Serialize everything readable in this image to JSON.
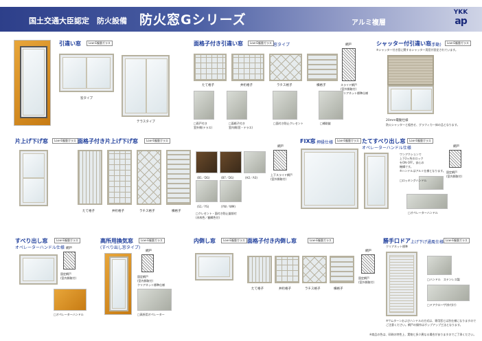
{
  "header": {
    "cert": "国土交通大臣認定　防火設備",
    "title": "防火窓Gシリーズ",
    "material": "アルミ複層",
    "logo_top": "YKK",
    "logo_bottom": "ap"
  },
  "colors": {
    "header_start": "#2d3f8a",
    "frame": "#b6b19f",
    "label_blue": "#1a3a99",
    "label_orange": "#c46a00"
  },
  "badge": "Low-E複層ガラス",
  "screen_door": "網戸",
  "sections": {
    "hikichigai": {
      "title": "引違い窓",
      "types": [
        "窓タイプ",
        "テラスタイプ"
      ]
    },
    "menkoshi_hikichigai": {
      "title": "面格子付き引違い窓",
      "sub": "窓タイプ",
      "grids": [
        "たて格子",
        "井桁格子",
        "ラチス格子",
        "横格子"
      ],
      "screen": [
        "スライド網戸",
        "(室外側取付)",
        "クリアネット標準仕様"
      ],
      "details": [
        "□雨戸付き",
        "室外側(テラス)",
        "□面格子付き",
        "室内側(窓・テラス)",
        "□面付き防止クレセント",
        "□補助錠"
      ]
    },
    "shutter": {
      "title": "シャッター付引違い窓",
      "sub": "(手動)",
      "note": "※シャッター付き窓に関するシャッター用窓が設定されています。",
      "caption1": "20mm電動仕様",
      "caption2": "防火シャッターと組合せ、グラフィカ一体の品となります。"
    },
    "katasage": {
      "title": "片上げ下げ窓"
    },
    "menkoshi_katasage": {
      "title": "面格子付き片上げ下げ窓",
      "grids": [
        "たて格子",
        "井桁格子",
        "ラチス格子",
        "横格子"
      ],
      "colors": [
        "(B1／DG)",
        "(B7／DG)",
        "(H2／A3)",
        "(S1／YS)",
        "(YW／WM)"
      ],
      "screen": [
        "上下スライド網戸",
        "(室外側取付)"
      ],
      "option": [
        "□クレセント・面付き防止錠前付",
        "(木枠色／額縁色付)"
      ]
    },
    "fix": {
      "title": "FIX窓",
      "sub": "押縁仕様"
    },
    "tatesuberi": {
      "title": "たてすべり出し窓",
      "sub": "オペレーターハンドル仕様",
      "note": [
        "ワンアクションで",
        "上下2ヶ所のロック",
        "をON-OFF。安心の",
        "機構です。",
        "※ハンドルはアルミ仕様となります。"
      ],
      "screen": [
        "固定網戸",
        "(室内側取付)"
      ],
      "options": [
        "□ロッキングハンドル",
        "□オペレーターハンドル"
      ]
    },
    "suberidashi": {
      "title": "すべり出し窓",
      "sub": "オペレーターハンドル仕様",
      "screen": [
        "固定網戸",
        "(室内側取付)"
      ],
      "option": "□オペレーターハンドル"
    },
    "kosho": {
      "title": "高所用換気窓",
      "sub": "(すべり出し窓タイプ)",
      "screen": [
        "固定網戸",
        "(室内側取付)",
        "クリアネット標準仕様"
      ],
      "option": "□高所用オペレーター"
    },
    "uchitaoshi": {
      "title": "内倒し窓"
    },
    "menkoshi_uchitaoshi": {
      "title": "面格子付き内倒し窓",
      "grids": [
        "たて格子",
        "井桁格子",
        "ラチス格子",
        "横格子"
      ],
      "screen": [
        "固定網戸",
        "(室外側取付)"
      ]
    },
    "katteguchi": {
      "title": "勝手口ドア",
      "sub": "上げ下げ通風仕様",
      "sub2": "クリアネット標準",
      "options": [
        "□ハンドル　ステンレス製",
        "□ドアクローザ(外付け)"
      ],
      "notes": [
        "※サムターンおよびハンドルの方式は、専用窓とは別仕様になりますので",
        "ご注意ください。網戸の操作はポップアップ工法となります。"
      ]
    }
  },
  "footer": "※商品の色は、印刷の特性上、実物と多少異なる場合がありますのでご了承ください。"
}
